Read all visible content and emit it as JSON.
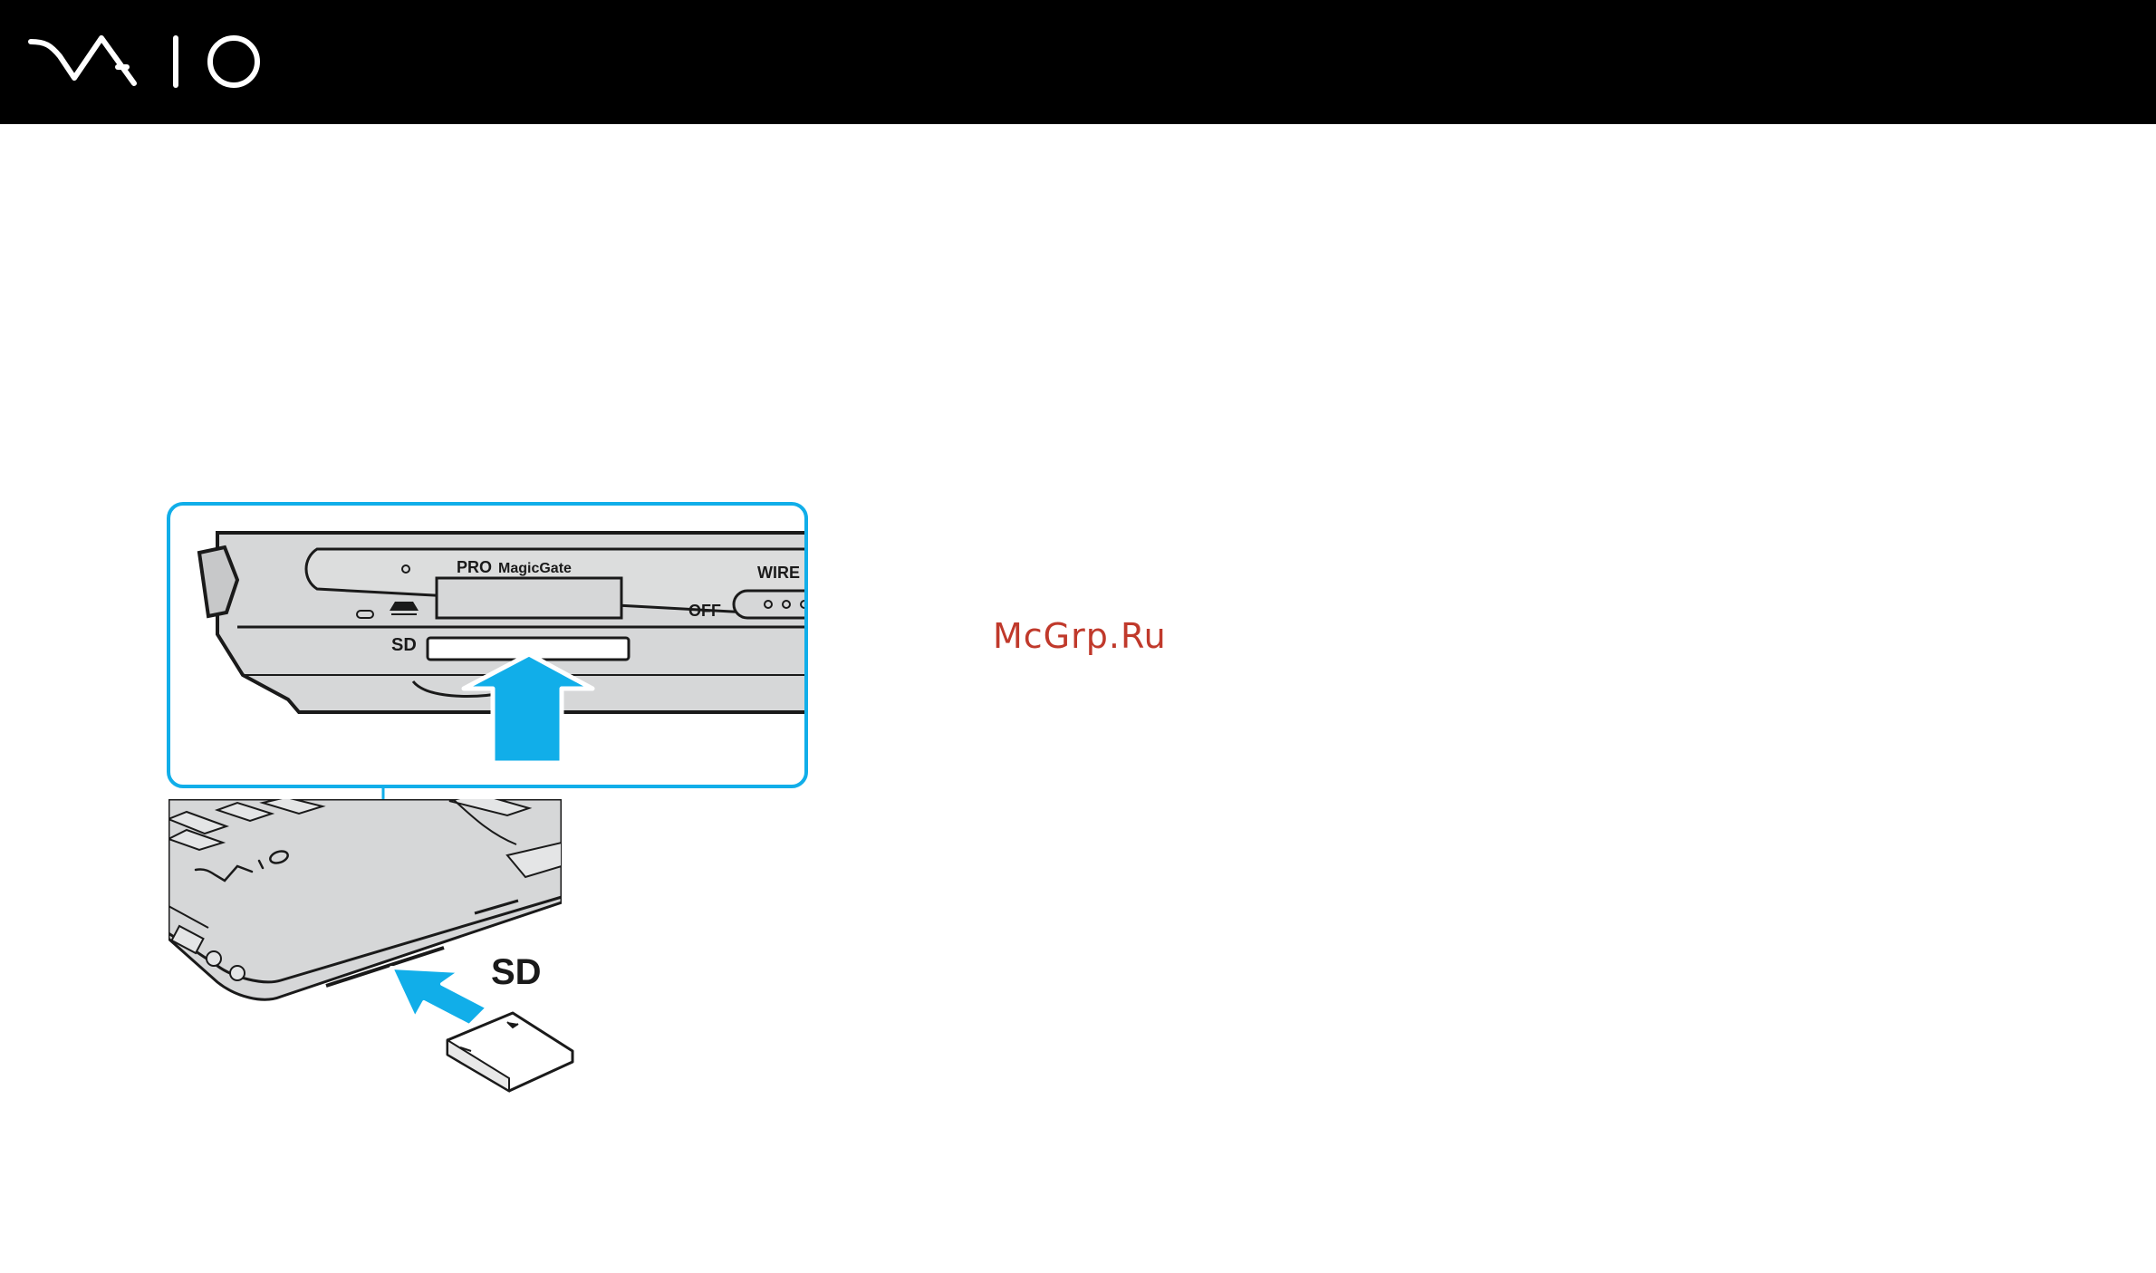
{
  "header": {
    "logo_text": "VAIO"
  },
  "figure": {
    "zoom_labels": {
      "pro": "PRO",
      "magicgate": "MagicGate",
      "wireless": "WIRE",
      "off": "OFF",
      "sd_slot": "SD"
    },
    "sd_card_label": "SD",
    "laptop_logo": "VAIO"
  },
  "watermark": {
    "text": "McGrp.Ru"
  },
  "colors": {
    "header_bg": "#000000",
    "accent_cyan": "#11aee9",
    "body_gray": "#d6d7d8",
    "outline": "#1a1a1a",
    "watermark_red": "#c0392b"
  },
  "icons": [
    "vaio-logo-icon",
    "insert-arrow-icon",
    "sd-card-icon",
    "memory-stick-icon"
  ]
}
